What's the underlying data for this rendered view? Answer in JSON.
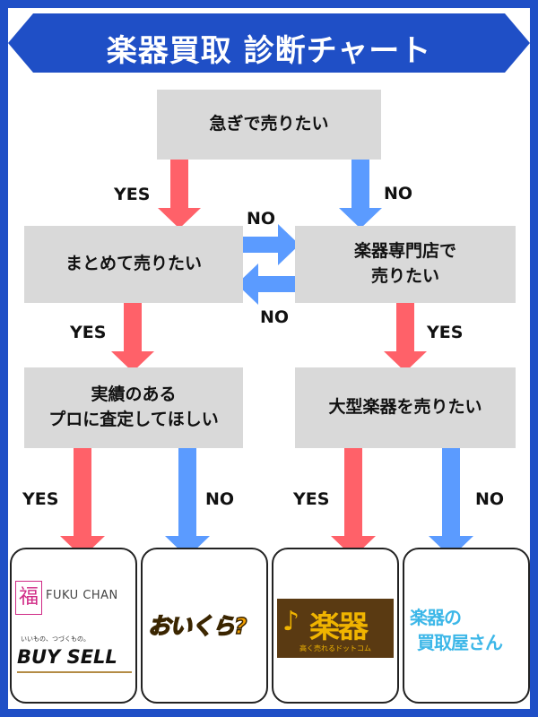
{
  "title": "楽器買取 診断チャート",
  "nodes": {
    "start": "急ぎで売りたい",
    "together": "まとめて売りたい",
    "specialist_line1": "楽器専門店で",
    "specialist_line2": "売りたい",
    "pro_line1": "実績のある",
    "pro_line2": "プロに査定してほしい",
    "large": "大型楽器を売りたい"
  },
  "labels": {
    "yes": "YES",
    "no": "NO"
  },
  "results": [
    {
      "name": "FUKU CHAN",
      "mark": "福",
      "tagline": "いいもの、つづくもの。",
      "sub": "BUY SELL"
    },
    {
      "name": "おいくら?"
    },
    {
      "name": "楽器",
      "sub": "高く売れるドットコム",
      "mark": "♪"
    },
    {
      "name_line1": "楽器の",
      "name_line2": "買取屋さん"
    }
  ],
  "colors": {
    "yes_arrow": "#ff6169",
    "no_arrow": "#5b9bff",
    "banner": "#1f4fc6",
    "box": "#d9d9d9"
  }
}
